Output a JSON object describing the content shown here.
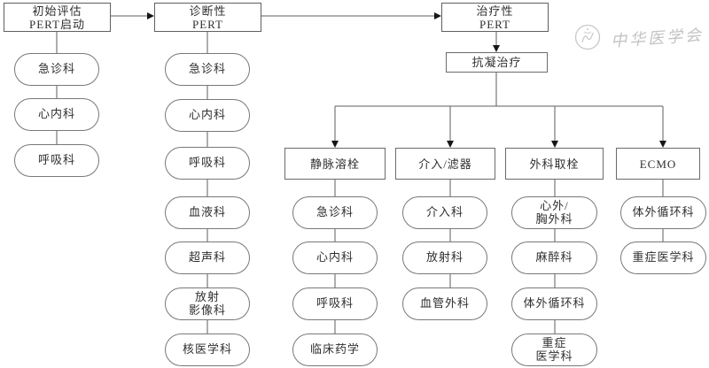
{
  "stages": [
    {
      "label": "初始评估\nPERT启动"
    },
    {
      "label": "诊断性\nPERT"
    },
    {
      "label": "治疗性\nPERT"
    }
  ],
  "anticoagulation_label": "抗凝治疗",
  "treatments": [
    {
      "label": "静脉溶栓"
    },
    {
      "label": "介入/滤器"
    },
    {
      "label": "外科取栓"
    },
    {
      "label": "ECMO"
    }
  ],
  "teams": {
    "initial": [
      "急诊科",
      "心内科",
      "呼吸科"
    ],
    "diagnostic": [
      "急诊科",
      "心内科",
      "呼吸科",
      "血液科",
      "超声科",
      "放射\n影像科",
      "核医学科"
    ],
    "thrombolysis": [
      "急诊科",
      "心内科",
      "呼吸科",
      "临床药学"
    ],
    "intervention": [
      "介入科",
      "放射科",
      "血管外科"
    ],
    "surgical": [
      "心外/\n胸外科",
      "麻醉科",
      "体外循环科",
      "重症\n医学科"
    ],
    "ecmo": [
      "体外循环科",
      "重症医学科"
    ]
  },
  "watermark": {
    "text": "中华医学会"
  }
}
